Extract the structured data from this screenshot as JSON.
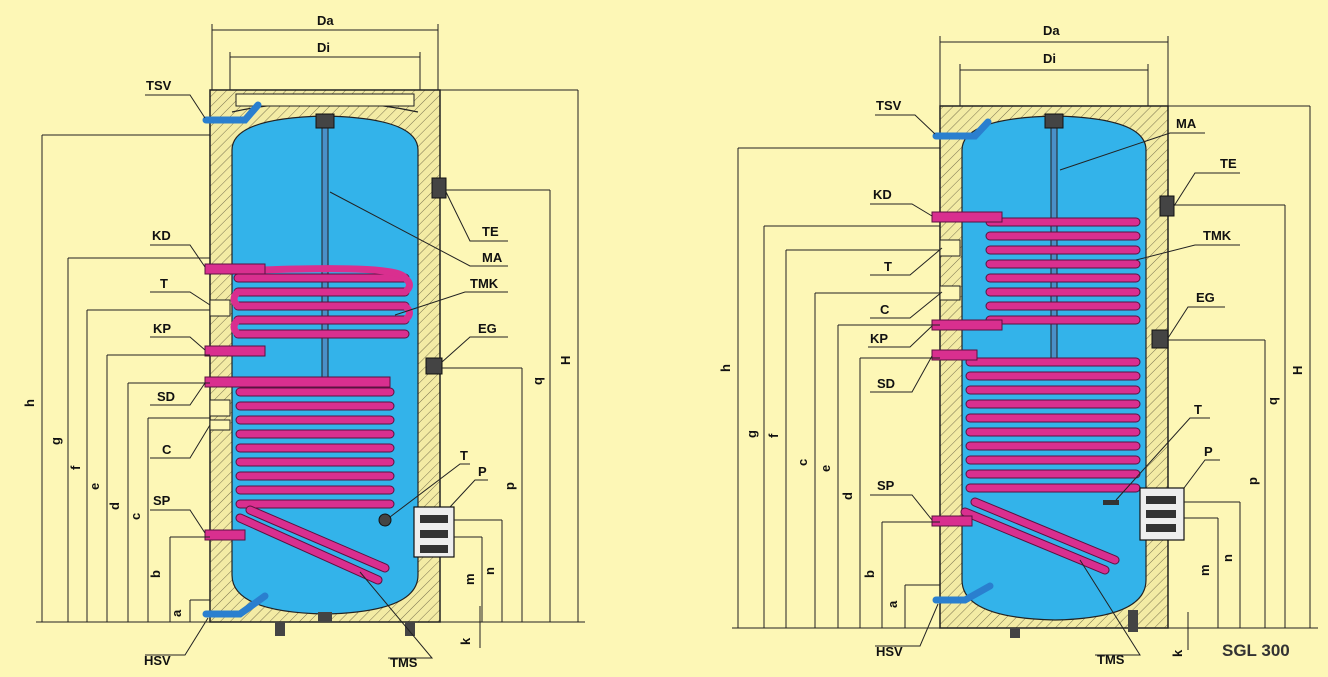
{
  "left": {
    "Da": "Da",
    "Di": "Di",
    "TSV": "TSV",
    "KD": "KD",
    "T1": "T",
    "KP": "KP",
    "SD": "SD",
    "C": "C",
    "SP": "SP",
    "HSV": "HSV",
    "TE": "TE",
    "MA": "MA",
    "TMK": "TMK",
    "EG": "EG",
    "T2": "T",
    "P": "P",
    "TMS": "TMS",
    "h": "h",
    "g": "g",
    "f": "f",
    "e": "e",
    "d": "d",
    "c": "c",
    "b": "b",
    "a": "a",
    "H": "H",
    "q": "q",
    "p": "p",
    "n": "n",
    "m": "m",
    "k": "k"
  },
  "right": {
    "Da": "Da",
    "Di": "Di",
    "TSV": "TSV",
    "KD": "KD",
    "T1": "T",
    "C": "C",
    "KP": "KP",
    "SD": "SD",
    "SP": "SP",
    "HSV": "HSV",
    "MA": "MA",
    "TE": "TE",
    "TMK": "TMK",
    "EG": "EG",
    "T2": "T",
    "P": "P",
    "TMS": "TMS",
    "h": "h",
    "g": "g",
    "f": "f",
    "c": "c",
    "e": "e",
    "d": "d",
    "b": "b",
    "a": "a",
    "H": "H",
    "q": "q",
    "p": "p",
    "m": "m",
    "n": "n",
    "k": "k",
    "model": "SGL 300"
  },
  "colors": {
    "background": "#fdf7b6",
    "water": "#33b3ea",
    "coil": "#d92f8f"
  }
}
